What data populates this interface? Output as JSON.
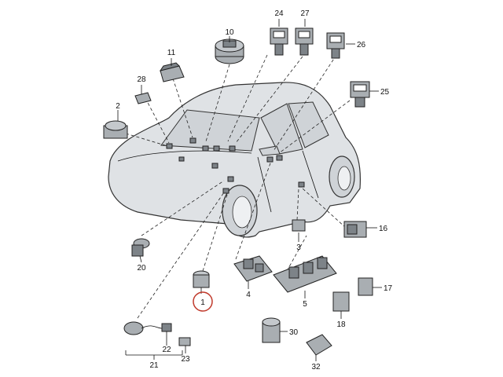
{
  "colors": {
    "car_fill": "#dfe2e5",
    "part_fill": "#a9aeb2",
    "highlight": "#c0392b"
  },
  "callouts": {
    "p1": "1",
    "p2": "2",
    "p3": "3",
    "p4": "4",
    "p5": "5",
    "p10": "10",
    "p11": "11",
    "p16": "16",
    "p17": "17",
    "p18": "18",
    "p20": "20",
    "p21": "21",
    "p22": "22",
    "p23": "23",
    "p24": "24",
    "p25": "25",
    "p26": "26",
    "p27": "27",
    "p28": "28",
    "p30": "30",
    "p32": "32"
  },
  "highlighted_part": "1"
}
